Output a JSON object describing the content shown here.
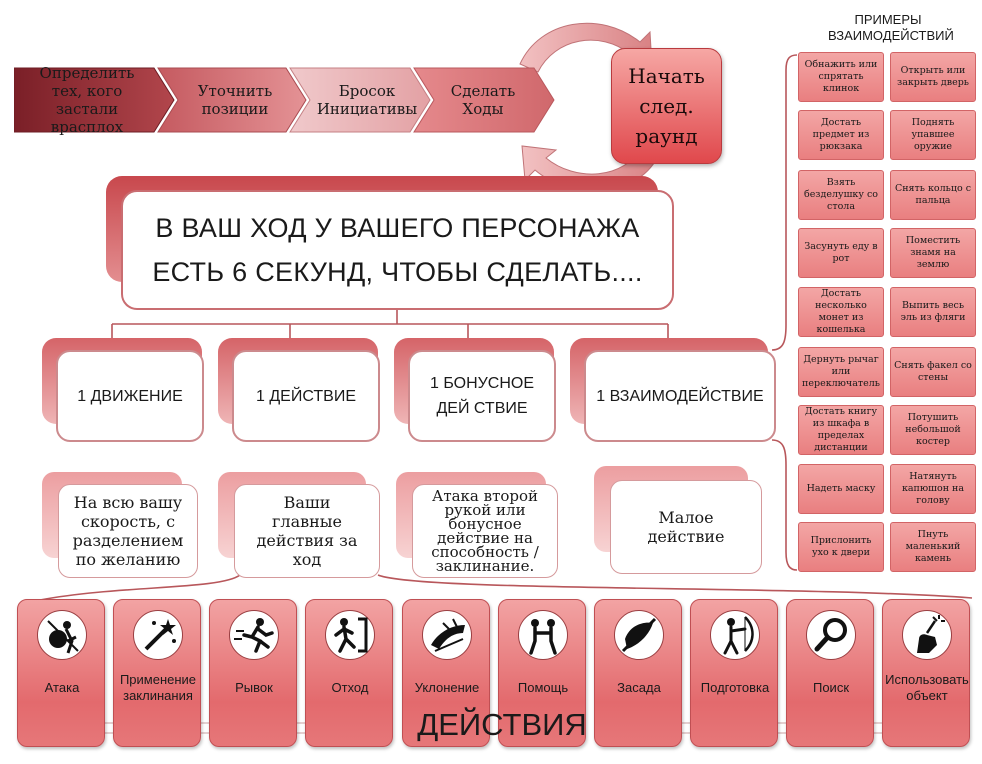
{
  "round_steps": [
    "Определить тех, кого застали врасплох",
    "Уточнить позиции",
    "Бросок Инициативы",
    "Сделать Ходы"
  ],
  "next_round": "Начать след. раунд",
  "turn_text": "В ВАШ ХОД У ВАШЕГО ПЕРСОНАЖА ЕСТЬ 6 СЕКУНД, ЧТОБЫ СДЕЛАТЬ....",
  "categories": [
    {
      "title": "1 ДВИЖЕНИЕ",
      "desc": "На всю вашу скорость, с разделением по желанию"
    },
    {
      "title": "1 ДЕЙСТВИЕ",
      "desc": "Ваши главные действия за ход"
    },
    {
      "title": "1 БОНУСНОЕ ДЕЙ СТВИЕ",
      "desc": "Атака второй рукой или бонусное действие на способность / заклинание."
    },
    {
      "title": "1 ВЗАИМОДЕЙСТВИЕ",
      "desc": "Малое действие"
    }
  ],
  "examples": {
    "title": "ПРИМЕРЫ ВЗАИМОДЕЙСТВИЙ",
    "items": [
      "Обнажить или спрятать клинок",
      "Открыть или закрыть дверь",
      "Достать предмет из рюкзака",
      "Поднять упавшее оружие",
      "Взять безделушку со стола",
      "Снять кольцо с пальца",
      "Засунуть еду в рот",
      "Поместить знамя на землю",
      "Достать несколько монет из кошелька",
      "Выпить весь эль из фляги",
      "Дернуть рычаг или переключатель",
      "Снять факел со стены",
      "Достать книгу из шкафа в пределах дистанции",
      "Потушить небольшой костер",
      "Надеть маску",
      "Натянуть капюшон на голову",
      "Прислонить ухо к двери",
      "Пнуть маленький камень"
    ]
  },
  "actions": {
    "title": "ДЕЙСТВИЯ",
    "items": [
      {
        "label": "Атака",
        "icon": "attack-icon"
      },
      {
        "label": "Применение заклинания",
        "icon": "cast-spell-icon"
      },
      {
        "label": "Рывок",
        "icon": "dash-icon"
      },
      {
        "label": "Отход",
        "icon": "disengage-icon"
      },
      {
        "label": "Уклонение",
        "icon": "dodge-icon"
      },
      {
        "label": "Помощь",
        "icon": "help-icon"
      },
      {
        "label": "Засада",
        "icon": "hide-icon"
      },
      {
        "label": "Подготовка",
        "icon": "ready-icon"
      },
      {
        "label": "Поиск",
        "icon": "search-icon"
      },
      {
        "label": "Использовать объект",
        "icon": "use-object-icon"
      }
    ]
  },
  "colors": {
    "dark_red": "#8d2a31",
    "accent_red": "#e0484c",
    "light_pink": "#f3b1b1",
    "connector": "#b04a4f"
  }
}
